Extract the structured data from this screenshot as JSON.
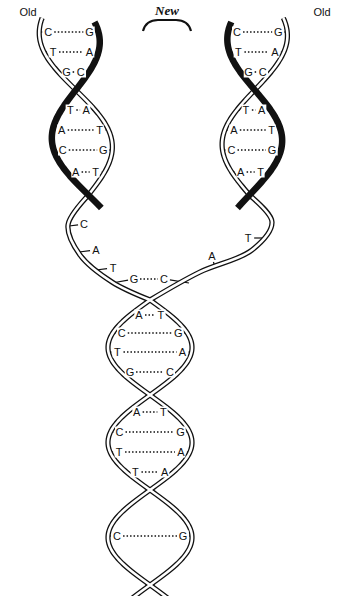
{
  "diagram": {
    "labels": [
      "New",
      "Old",
      "Old",
      "C",
      "G",
      "T",
      "A",
      "G",
      "C",
      "T",
      "A",
      "A",
      "T",
      "C",
      "G",
      "A",
      "T",
      "C",
      "G",
      "T",
      "A",
      "G",
      "C",
      "T",
      "A",
      "A",
      "T",
      "C",
      "G",
      "A",
      "T",
      "C",
      "A",
      "T",
      "T",
      "A",
      "G",
      "C",
      "A",
      "T",
      "C",
      "G",
      "T",
      "A",
      "G",
      "C",
      "A",
      "T",
      "C",
      "G",
      "T",
      "A",
      "T",
      "A",
      "C",
      "G"
    ]
  }
}
